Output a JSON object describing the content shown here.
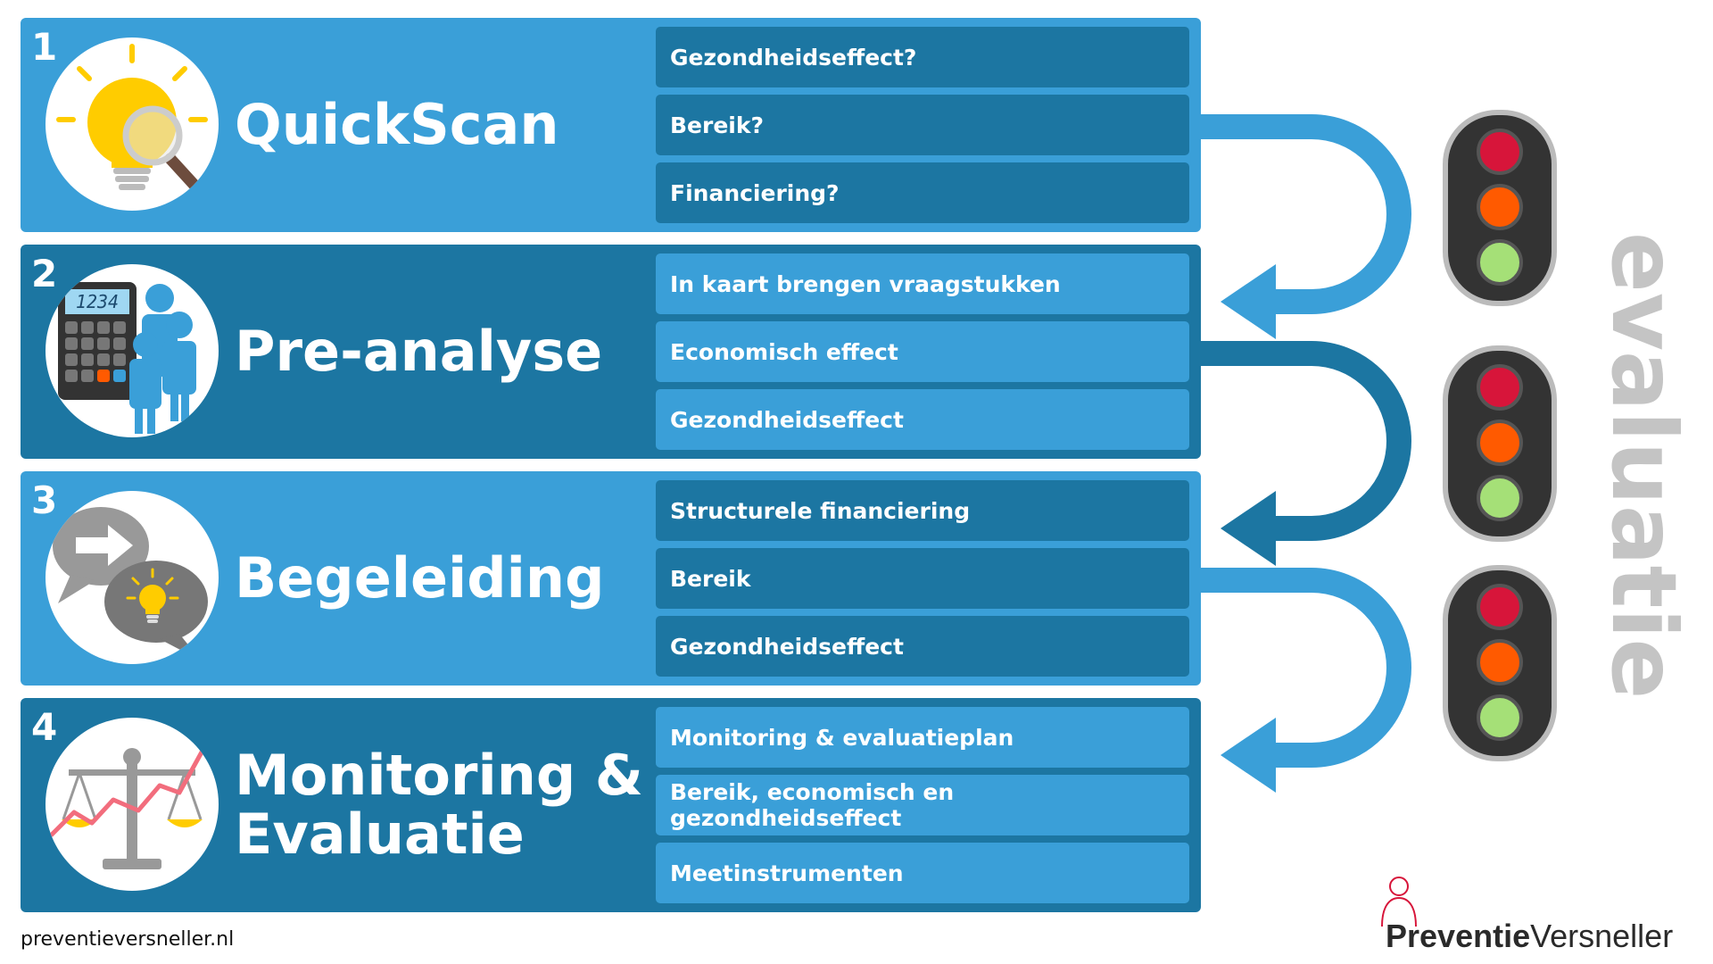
{
  "phases": [
    {
      "number": "1",
      "title_lines": [
        "QuickScan"
      ],
      "icon": "lightbulb-magnifier-icon",
      "items": [
        "Gezondheidseffect?",
        "Bereik?",
        "Financiering?"
      ]
    },
    {
      "number": "2",
      "title_lines": [
        "Pre-analyse"
      ],
      "icon": "calculator-people-icon",
      "items": [
        "In kaart brengen vraagstukken",
        "Economisch effect",
        "Gezondheidseffect"
      ]
    },
    {
      "number": "3",
      "title_lines": [
        "Begeleiding"
      ],
      "icon": "speech-bubbles-icon",
      "items": [
        "Structurele financiering",
        "Bereik",
        "Gezondheidseffect"
      ]
    },
    {
      "number": "4",
      "title_lines": [
        "Monitoring &",
        "Evaluatie"
      ],
      "icon": "scales-chart-icon",
      "items": [
        "Monitoring & evaluatieplan",
        "Bereik, economisch en gezondheidseffect",
        "Meetinstrumenten"
      ]
    }
  ],
  "side_label": "evaluatie",
  "footer": {
    "website": "preventieversneller.nl",
    "logo_part1": "Preventie",
    "logo_part2": "Versneller"
  },
  "colors": {
    "light_blue": "#3a9fd8",
    "dark_blue": "#1c76a2",
    "traffic_red": "#d7153a",
    "traffic_orange": "#ff5a00",
    "traffic_green": "#a5e077"
  }
}
